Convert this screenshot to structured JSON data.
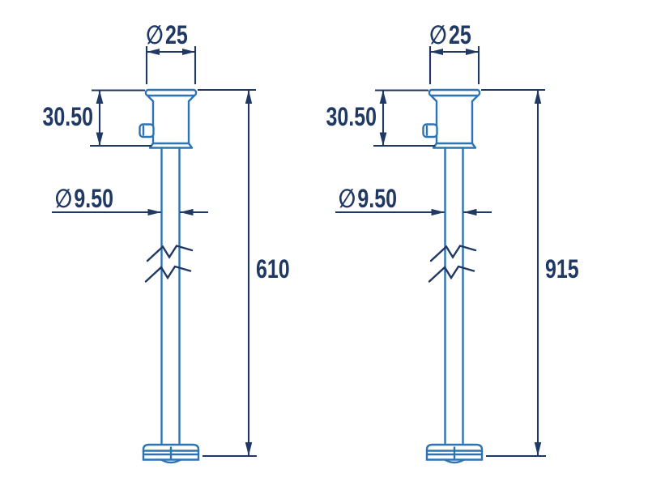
{
  "document": {
    "kind": "technical-drawing",
    "background": "#ffffff"
  },
  "colors": {
    "part_outline": "#2e74b5",
    "dimension": "#1f3864",
    "background": "#ffffff"
  },
  "figures": [
    {
      "name": "rod-assembly-short",
      "top_diameter": {
        "symbol": "∅",
        "value": "25"
      },
      "head_height": "30.50",
      "rod_diameter": {
        "symbol": "∅",
        "value": "9.50"
      },
      "overall_length": "610"
    },
    {
      "name": "rod-assembly-long",
      "top_diameter": {
        "symbol": "∅",
        "value": "25"
      },
      "head_height": "30.50",
      "rod_diameter": {
        "symbol": "∅",
        "value": "9.50"
      },
      "overall_length": "915"
    }
  ]
}
